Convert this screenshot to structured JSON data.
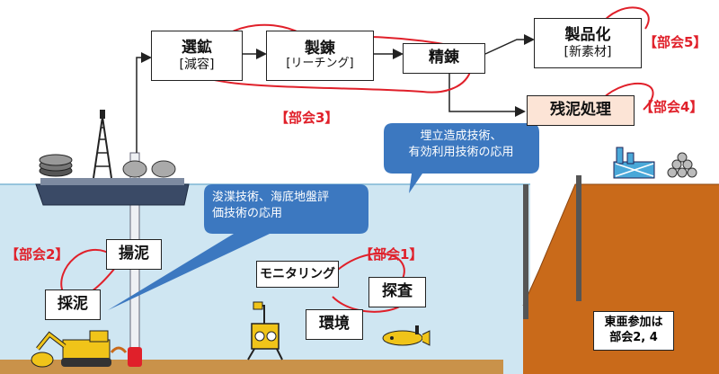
{
  "process": {
    "senko": {
      "line1": "選鉱",
      "line2": "[減容]"
    },
    "seiren1": {
      "line1": "製錬",
      "line2": "[リーチング]"
    },
    "seiren2": {
      "line1": "精錬"
    },
    "product": {
      "line1": "製品化",
      "line2": "[新素材]"
    },
    "residue": {
      "line1": "残泥処理"
    }
  },
  "labels": {
    "bukai1": "【部会1】",
    "bukai2": "【部会2】",
    "bukai3": "【部会3】",
    "bukai4": "【部会4】",
    "bukai5": "【部会5】"
  },
  "callouts": {
    "landfill": {
      "line1": "埋立造成技術、",
      "line2": "有効利用技術の応用"
    },
    "dredge": {
      "line1": "浚渫技術、海底地盤評",
      "line2": "価技術の応用"
    }
  },
  "seabed": {
    "yodei": "揚泥",
    "saidei": "採泥",
    "monitoring": "モニタリング",
    "tansa": "探査",
    "kankyo": "環境"
  },
  "note": {
    "line1": "東亜参加は",
    "line2": "部会2, 4"
  },
  "colors": {
    "sea": "#cfe6f2",
    "ground": "#c96a1a",
    "bubble": "#3c78c0",
    "loop": "#e0202a",
    "ship": "#3a4a66"
  }
}
